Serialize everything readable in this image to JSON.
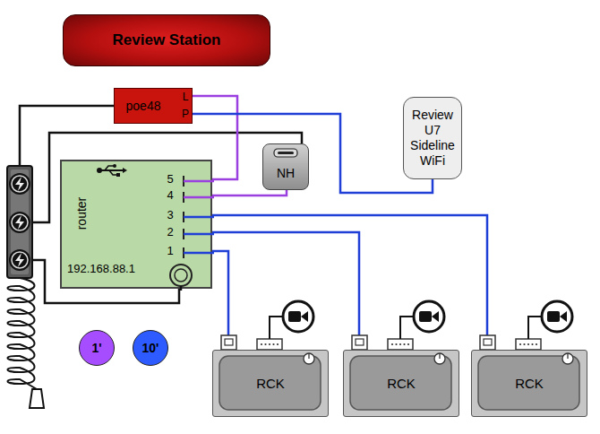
{
  "diagram": {
    "title": "Review Station",
    "nodes": [
      {
        "text": [
          "poe48",
          "L",
          "P"
        ]
      },
      {
        "text": [
          "router",
          "5",
          "4",
          "3",
          "2",
          "1",
          "192.168.88.1"
        ]
      },
      {
        "text": [
          "NH"
        ]
      },
      {
        "text": [
          "Review U7 Sideline WiFi"
        ]
      },
      {
        "text": [
          "RCK"
        ]
      },
      {
        "text": [
          "RCK"
        ]
      },
      {
        "text": [
          "RCK"
        ]
      }
    ],
    "edges": [
      {
        "from": 0,
        "to": 1,
        "arrow": "none"
      },
      {
        "from": 0,
        "to": 3,
        "arrow": "none"
      },
      {
        "from": 1,
        "to": 2,
        "arrow": "none"
      },
      {
        "from": 1,
        "to": 6,
        "arrow": "none"
      },
      {
        "from": 1,
        "to": 5,
        "arrow": "none"
      },
      {
        "from": 1,
        "to": 4,
        "arrow": "none"
      }
    ],
    "legend": [
      {
        "text": "1'",
        "color": "#a64dff"
      },
      {
        "text": "10'",
        "color": "#2d5bff"
      }
    ]
  }
}
